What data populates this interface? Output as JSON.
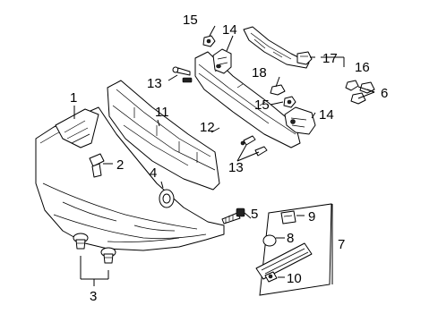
{
  "diagram": {
    "callouts": {
      "c1": "1",
      "c2": "2",
      "c3": "3",
      "c4": "4",
      "c5": "5",
      "c6": "6",
      "c7": "7",
      "c8": "8",
      "c9": "9",
      "c10": "10",
      "c11": "11",
      "c12": "12",
      "c13a": "13",
      "c13b": "13",
      "c14a": "14",
      "c14b": "14",
      "c15a": "15",
      "c15b": "15",
      "c16": "16",
      "c17": "17",
      "c18": "18"
    }
  }
}
